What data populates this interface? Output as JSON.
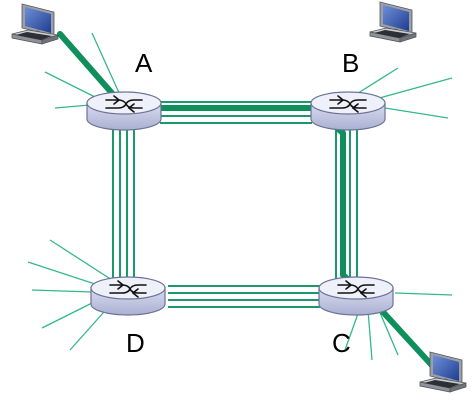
{
  "diagram": {
    "nodes": [
      {
        "id": "A",
        "label": "A"
      },
      {
        "id": "B",
        "label": "B"
      },
      {
        "id": "C",
        "label": "C"
      },
      {
        "id": "D",
        "label": "D"
      }
    ],
    "hosts": [
      "host-top-left",
      "host-top-right",
      "host-bottom-right"
    ],
    "links": [
      {
        "from": "A",
        "to": "B",
        "circuits": 4
      },
      {
        "from": "A",
        "to": "D",
        "circuits": 4
      },
      {
        "from": "B",
        "to": "C",
        "circuits": 4
      },
      {
        "from": "D",
        "to": "C",
        "circuits": 4
      }
    ],
    "reserved_path": [
      "host-top-left",
      "A",
      "B",
      "C",
      "host-bottom-right"
    ],
    "colors": {
      "link": "#1a9a6c",
      "thin_link": "#34b88e",
      "path": "#0e8f5b",
      "router_top": "#eef0fa",
      "router_side": "#c7cbe3",
      "router_stroke": "#6c7396"
    }
  }
}
